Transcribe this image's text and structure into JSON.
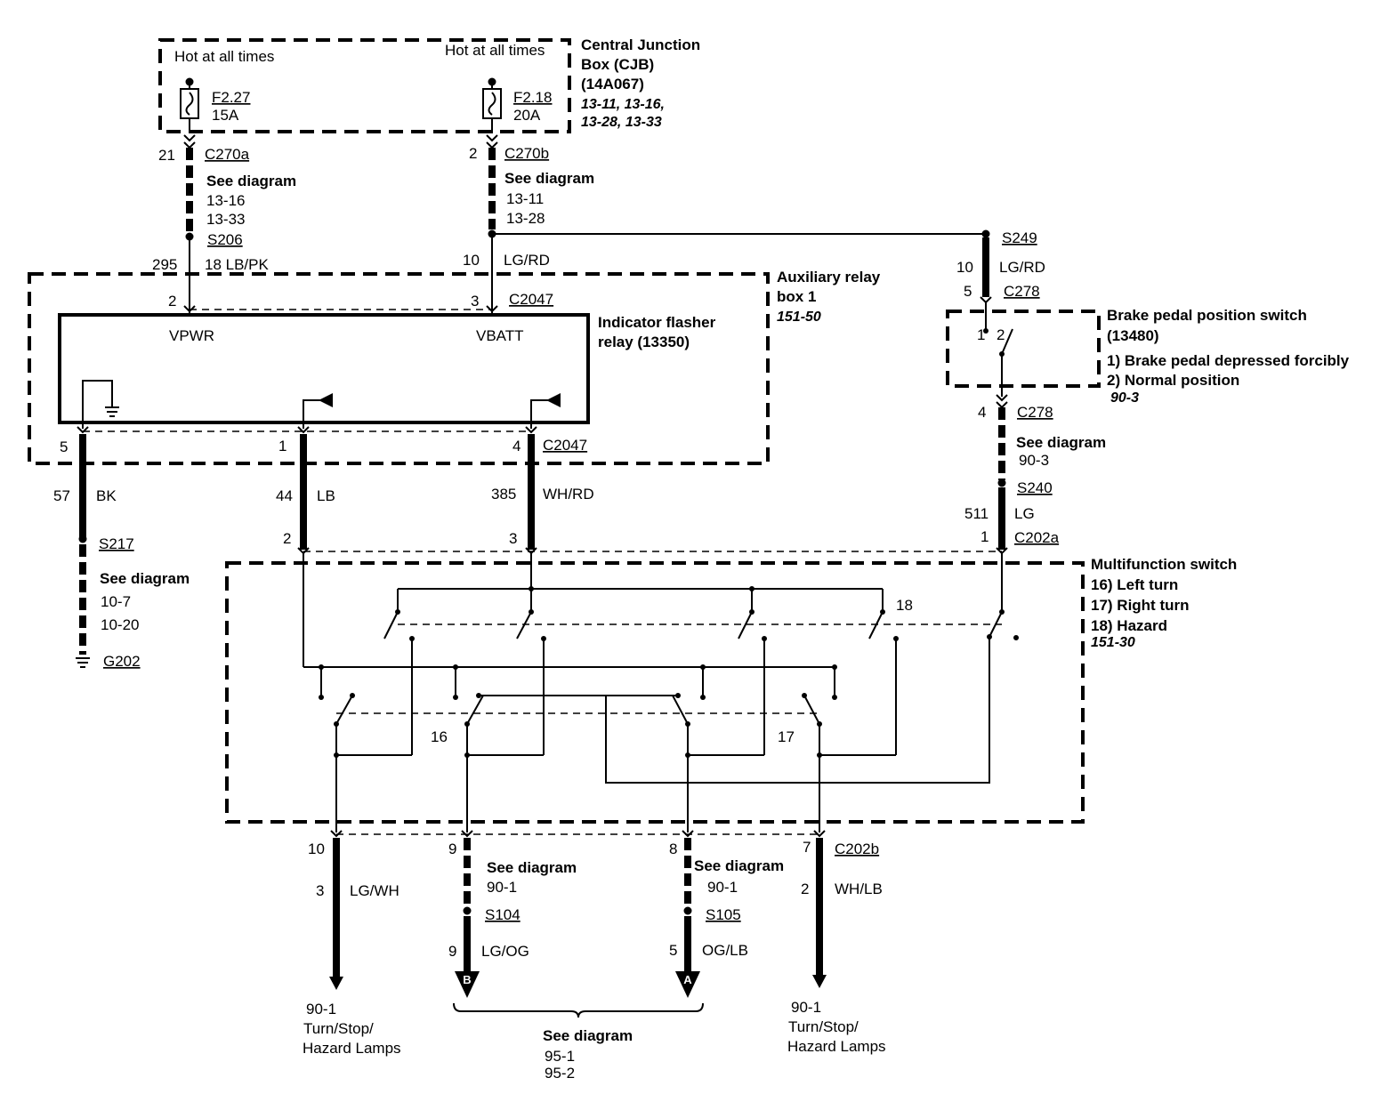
{
  "central_junction_box": {
    "name_line1": "Central Junction",
    "name_line2": "Box (CJB)",
    "part": "(14A067)",
    "refs_line1": "13-11, 13-16,",
    "refs_line2": "13-28, 13-33",
    "hot_left": "Hot at all times",
    "hot_right": "Hot at all times",
    "fuse_left": {
      "name": "F2.27",
      "rating": "15A"
    },
    "fuse_right": {
      "name": "F2.18",
      "rating": "20A"
    }
  },
  "upper_left": {
    "pin": "21",
    "connector": "C270a",
    "see": "See diagram",
    "ref1": "13-16",
    "ref2": "13-33",
    "splice": "S206",
    "circuit": "295",
    "wire": "18 LB/PK"
  },
  "upper_right": {
    "pin": "2",
    "connector": "C270b",
    "see": "See diagram",
    "ref1": "13-11",
    "ref2": "13-28",
    "circuit": "10",
    "wire": "LG/RD"
  },
  "aux_relay_box": {
    "name_line1": "Auxiliary relay",
    "name_line2": "box 1",
    "ref": "151-50",
    "pin_vpwr": "2",
    "pin_vbatt": "3",
    "connector_top": "C2047",
    "connector_bottom": "C2047",
    "pin_gnd": "5",
    "pin_lb": "1",
    "pin_wh": "4"
  },
  "flasher_relay": {
    "name_line1": "Indicator flasher",
    "name_line2": "relay (13350)",
    "vpwr": "VPWR",
    "vbatt": "VBATT"
  },
  "brake_branch": {
    "splice": "S249",
    "circuit": "10",
    "wire": "LG/RD",
    "pin_in": "5",
    "connector_in": "C278",
    "switch_pos1": "1",
    "switch_pos2": "2",
    "pin_out": "4",
    "connector_out": "C278",
    "see": "See diagram",
    "ref": "90-3",
    "splice2": "S240",
    "circuit2": "511",
    "wire2": "LG",
    "pin_mf": "1",
    "connector_mf": "C202a"
  },
  "brake_switch": {
    "name": "Brake pedal position switch",
    "part": "(13480)",
    "state1": "1) Brake pedal depressed forcibly",
    "state2": "2) Normal position",
    "ref": "90-3"
  },
  "ground_branch": {
    "circuit": "57",
    "wire": "BK",
    "splice": "S217",
    "see": "See diagram",
    "ref1": "10-7",
    "ref2": "10-20",
    "ground": "G202"
  },
  "lb_branch": {
    "circuit": "44",
    "wire": "LB",
    "pin": "2"
  },
  "whrd_branch": {
    "circuit": "385",
    "wire": "WH/RD",
    "pin": "3"
  },
  "multifunction_switch": {
    "name": "Multifunction switch",
    "pos16": "16) Left turn",
    "pos17": "17) Right turn",
    "pos18": "18) Hazard",
    "ref": "151-30",
    "label16": "16",
    "label17": "17",
    "label18": "18"
  },
  "outputs": {
    "connector": "C202b",
    "out1": {
      "pin": "10",
      "circuit": "3",
      "wire": "LG/WH",
      "dest_ref": "90-1",
      "dest_line1": "Turn/Stop/",
      "dest_line2": "Hazard Lamps"
    },
    "out2": {
      "pin": "9",
      "see": "See diagram",
      "ref": "90-1",
      "splice": "S104",
      "circuit": "9",
      "wire": "LG/OG",
      "arrow": "B"
    },
    "out3": {
      "pin": "8",
      "see": "See diagram",
      "ref": "90-1",
      "splice": "S105",
      "circuit": "5",
      "wire": "OG/LB",
      "arrow": "A"
    },
    "out4": {
      "pin": "7",
      "circuit": "2",
      "wire": "WH/LB",
      "dest_ref": "90-1",
      "dest_line1": "Turn/Stop/",
      "dest_line2": "Hazard Lamps"
    }
  },
  "bottom_see": {
    "see": "See diagram",
    "ref1": "95-1",
    "ref2": "95-2"
  }
}
